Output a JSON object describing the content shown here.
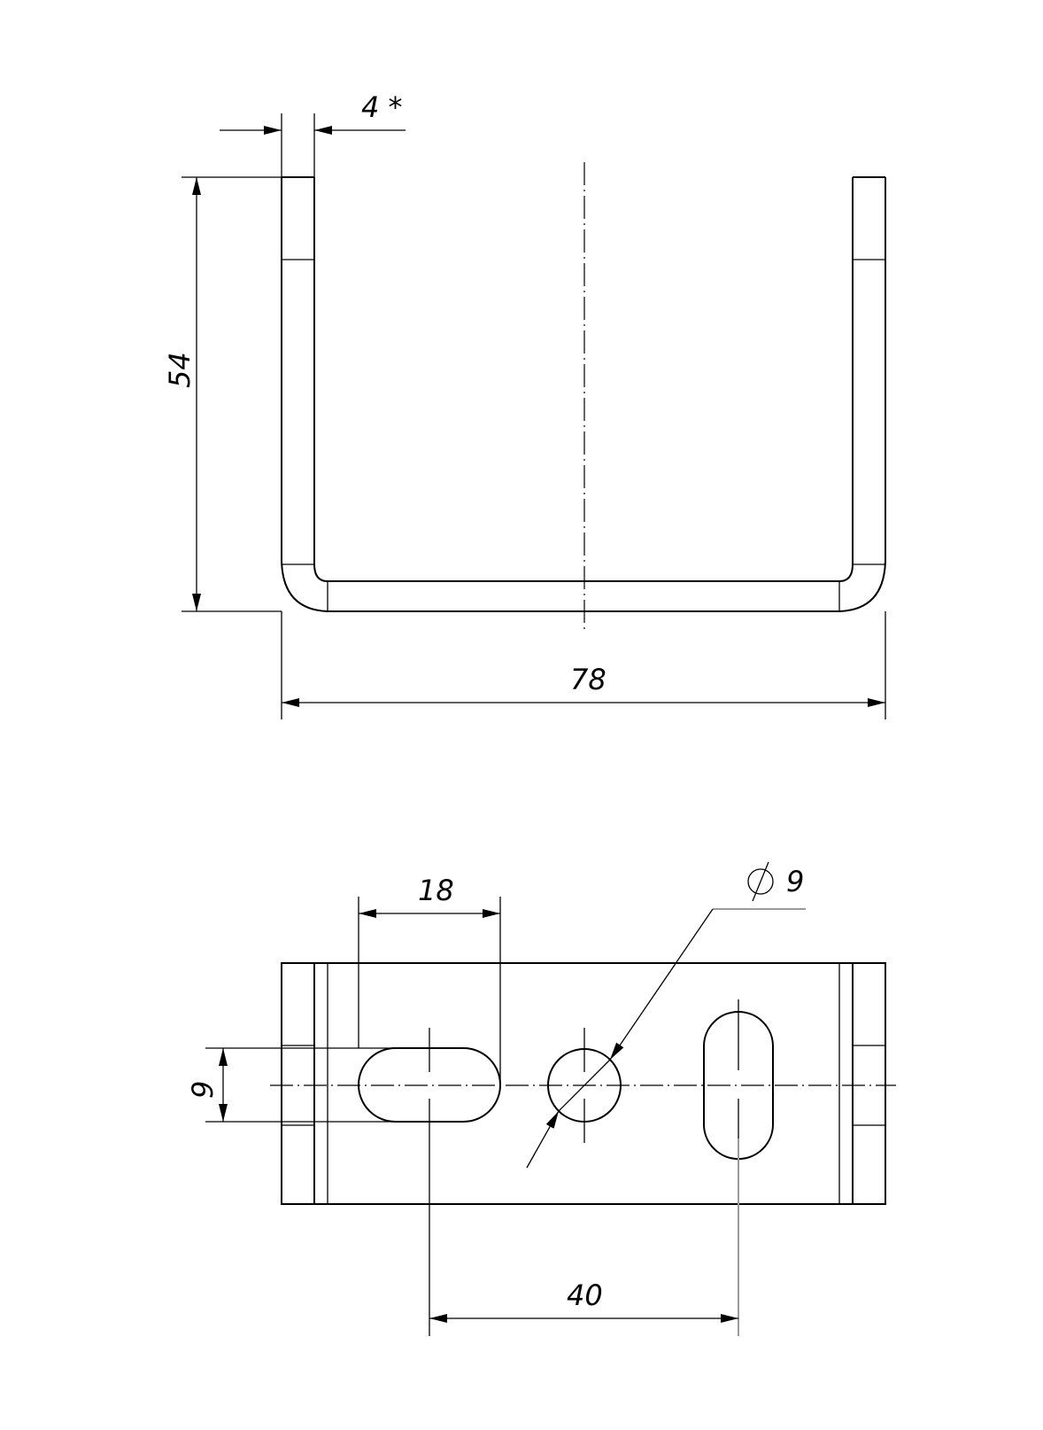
{
  "dimensions": {
    "thickness": "4 *",
    "height": "54",
    "width": "78",
    "slot_length": "18",
    "slot_width": "9",
    "hole_diameter": "9",
    "hole_spacing": "40"
  },
  "symbols": {
    "diameter_icon": "diameter-symbol"
  }
}
